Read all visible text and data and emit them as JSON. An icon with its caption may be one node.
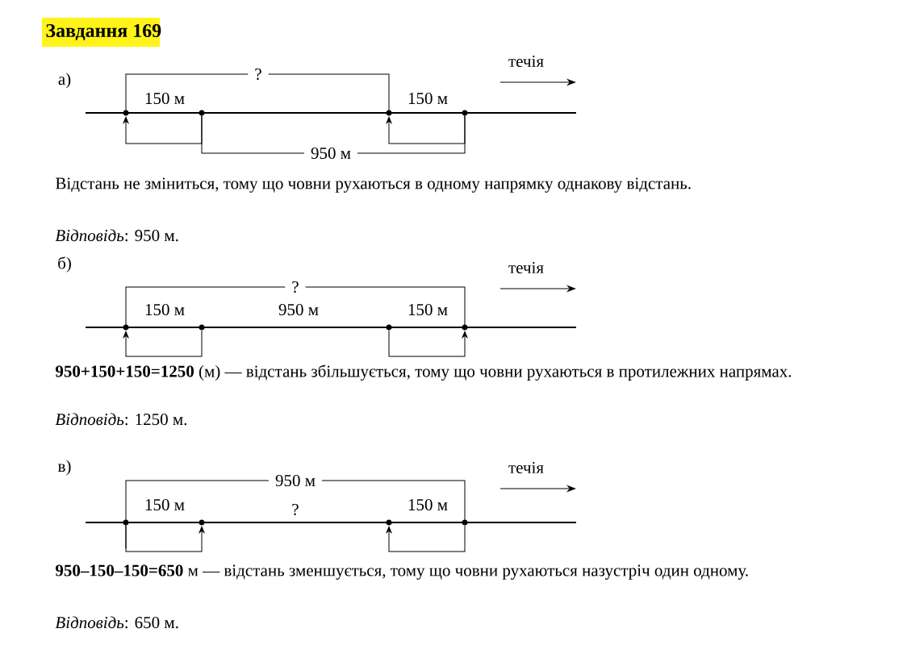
{
  "diagram": {
    "title": "Завдання 169",
    "nodes": [
      {
        "text": [],
        "shape": "circle"
      },
      {
        "text": [],
        "shape": "circle"
      },
      {
        "text": [],
        "shape": "circle"
      },
      {
        "text": [],
        "shape": "circle"
      },
      {
        "text": [],
        "shape": "circle"
      },
      {
        "text": [],
        "shape": "circle"
      },
      {
        "text": [],
        "shape": "circle"
      },
      {
        "text": [],
        "shape": "circle"
      },
      {
        "text": [],
        "shape": "circle"
      },
      {
        "text": [],
        "shape": "circle"
      },
      {
        "text": [],
        "shape": "circle"
      },
      {
        "text": [],
        "shape": "circle"
      }
    ],
    "edges": [
      {
        "from": 1,
        "to": 0,
        "arrow": "to"
      },
      {
        "from": 3,
        "to": 2,
        "arrow": "to"
      },
      {
        "from": 5,
        "to": 4,
        "arrow": "to"
      },
      {
        "from": 6,
        "to": 7,
        "arrow": "to"
      },
      {
        "from": 8,
        "to": 9,
        "arrow": "to"
      },
      {
        "from": 11,
        "to": 10,
        "arrow": "to"
      }
    ],
    "labels": [
      "а)",
      "?",
      "течія",
      "150 м",
      "150 м",
      "950 м",
      "Відстань не зміниться, тому що човни рухаються в одному напрямку однакову відстань.",
      "*Відповідь*: 950 м.",
      "б)",
      "?",
      "течія",
      "150 м",
      "950 м",
      "150 м",
      "**950+150+150=1250** (м) — відстань збільшується, тому що човни рухаються в протилежних напрямах.",
      "*Відповідь*: 1250 м.",
      "в)",
      "950 м",
      "течія",
      "150 м",
      "?",
      "150 м",
      "**950–150–150=650** м — відстань зменшується, тому що човни рухаються назустріч один одному.",
      "*Відповідь*: 650 м."
    ]
  }
}
